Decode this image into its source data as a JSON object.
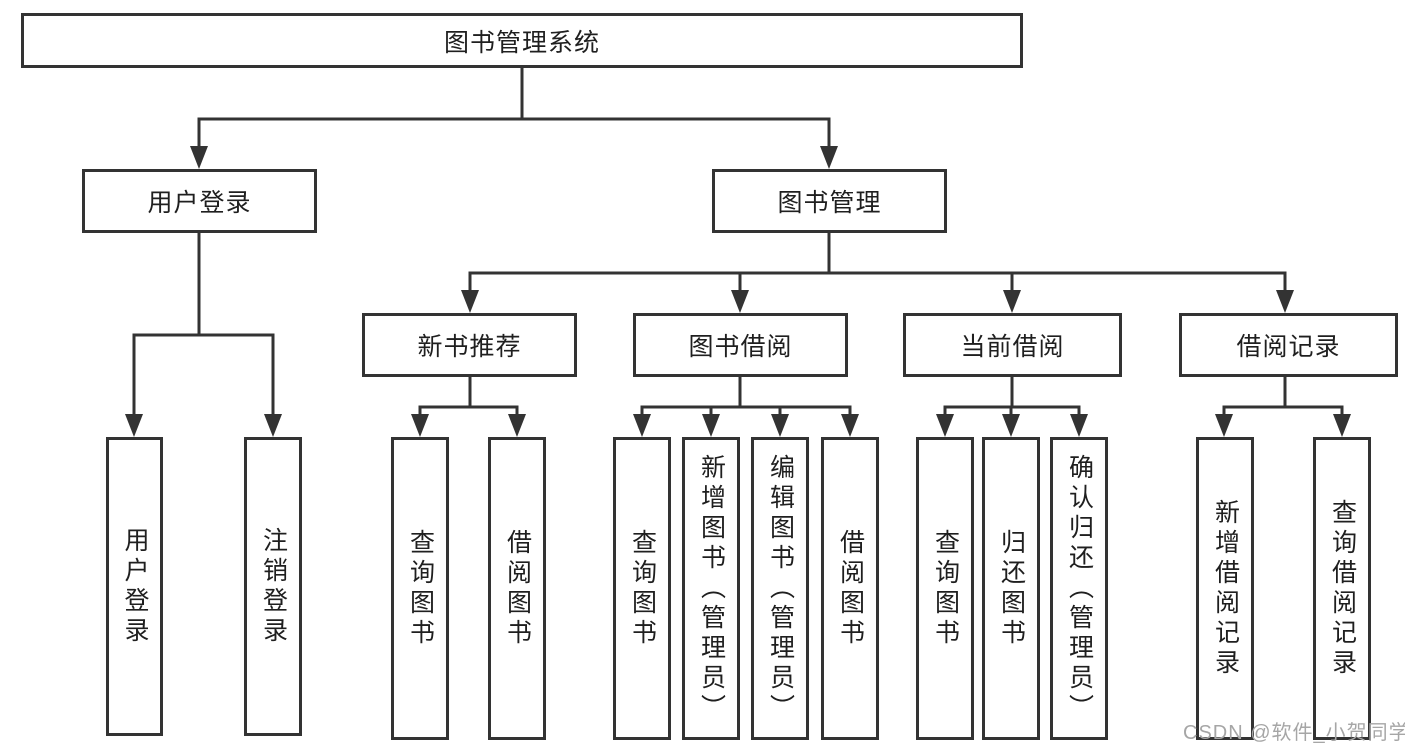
{
  "watermark": "CSDN @软件_小贺同学",
  "colors": {
    "line": "#333333",
    "box_border": "#333333",
    "text": "#1f1f1f",
    "watermark": "#a6a6a6",
    "background": "#ffffff"
  },
  "tree": {
    "root": {
      "label": "图书管理系统"
    },
    "branches": [
      {
        "label": "用户登录",
        "children": [
          {
            "label": "用户登录"
          },
          {
            "label": "注销登录"
          }
        ]
      },
      {
        "label": "图书管理",
        "groups": [
          {
            "label": "新书推荐",
            "children": [
              {
                "label": "查询图书"
              },
              {
                "label": "借阅图书"
              }
            ]
          },
          {
            "label": "图书借阅",
            "children": [
              {
                "label": "查询图书"
              },
              {
                "label": "新增图书（管理员）"
              },
              {
                "label": "编辑图书（管理员）"
              },
              {
                "label": "借阅图书"
              }
            ]
          },
          {
            "label": "当前借阅",
            "children": [
              {
                "label": "查询图书"
              },
              {
                "label": "归还图书"
              },
              {
                "label": "确认归还（管理员）"
              }
            ]
          },
          {
            "label": "借阅记录",
            "children": [
              {
                "label": "新增借阅记录"
              },
              {
                "label": "查询借阅记录"
              }
            ]
          }
        ]
      }
    ]
  }
}
